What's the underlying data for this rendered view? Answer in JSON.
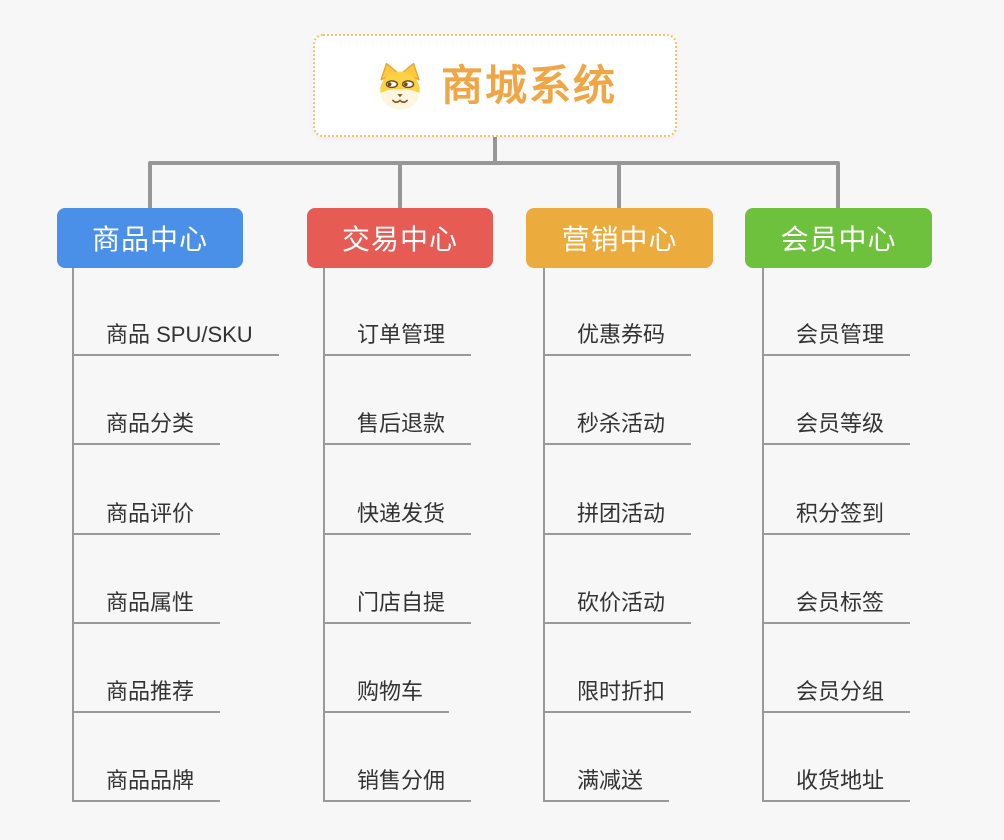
{
  "canvas": {
    "background": "#f7f7f7",
    "connector_color": "#979797"
  },
  "root": {
    "title": "商城系统",
    "icon": "dog-face-icon",
    "text_color": "#f0a644",
    "border_color": "#f3c36c"
  },
  "branches": [
    {
      "label": "商品中心",
      "color": "#4a8fe8",
      "children": [
        "商品 SPU/SKU",
        "商品分类",
        "商品评价",
        "商品属性",
        "商品推荐",
        "商品品牌"
      ]
    },
    {
      "label": "交易中心",
      "color": "#e65c55",
      "children": [
        "订单管理",
        "售后退款",
        "快递发货",
        "门店自提",
        "购物车",
        "销售分佣"
      ]
    },
    {
      "label": "营销中心",
      "color": "#ebab3d",
      "children": [
        "优惠券码",
        "秒杀活动",
        "拼团活动",
        "砍价活动",
        "限时折扣",
        "满减送"
      ]
    },
    {
      "label": "会员中心",
      "color": "#6ec13c",
      "children": [
        "会员管理",
        "会员等级",
        "积分签到",
        "会员标签",
        "会员分组",
        "收货地址"
      ]
    }
  ]
}
